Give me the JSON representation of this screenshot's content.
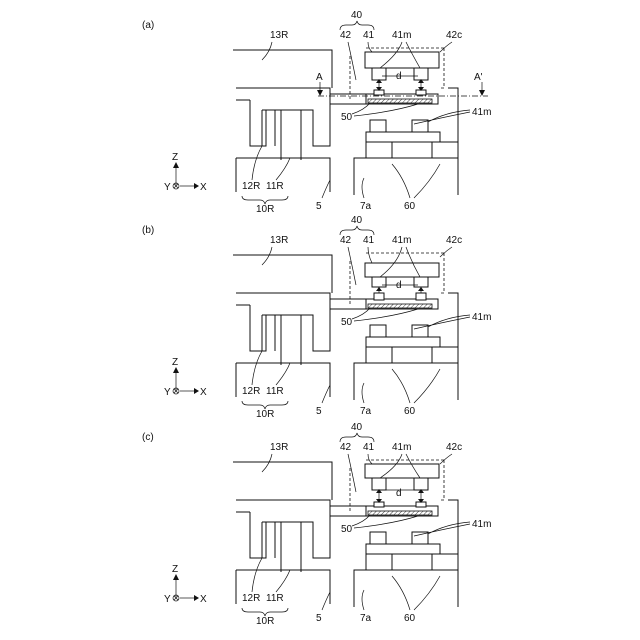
{
  "panels": [
    {
      "tag": "(a)",
      "variant": "a",
      "show_section_line": true
    },
    {
      "tag": "(b)",
      "variant": "b",
      "show_section_line": false
    },
    {
      "tag": "(c)",
      "variant": "c",
      "show_section_line": false
    }
  ],
  "labels": {
    "l40": "40",
    "l42": "42",
    "l41": "41",
    "l41m": "41m",
    "l42c": "42c",
    "l13R": "13R",
    "lA": "A",
    "lAprime": "A'",
    "ld": "d",
    "l50": "50",
    "l12R": "12R",
    "l11R": "11R",
    "l10R": "10R",
    "l5": "5",
    "l7a": "7a",
    "l60": "60",
    "axZ": "Z",
    "axY": "Y",
    "axX": "X"
  }
}
